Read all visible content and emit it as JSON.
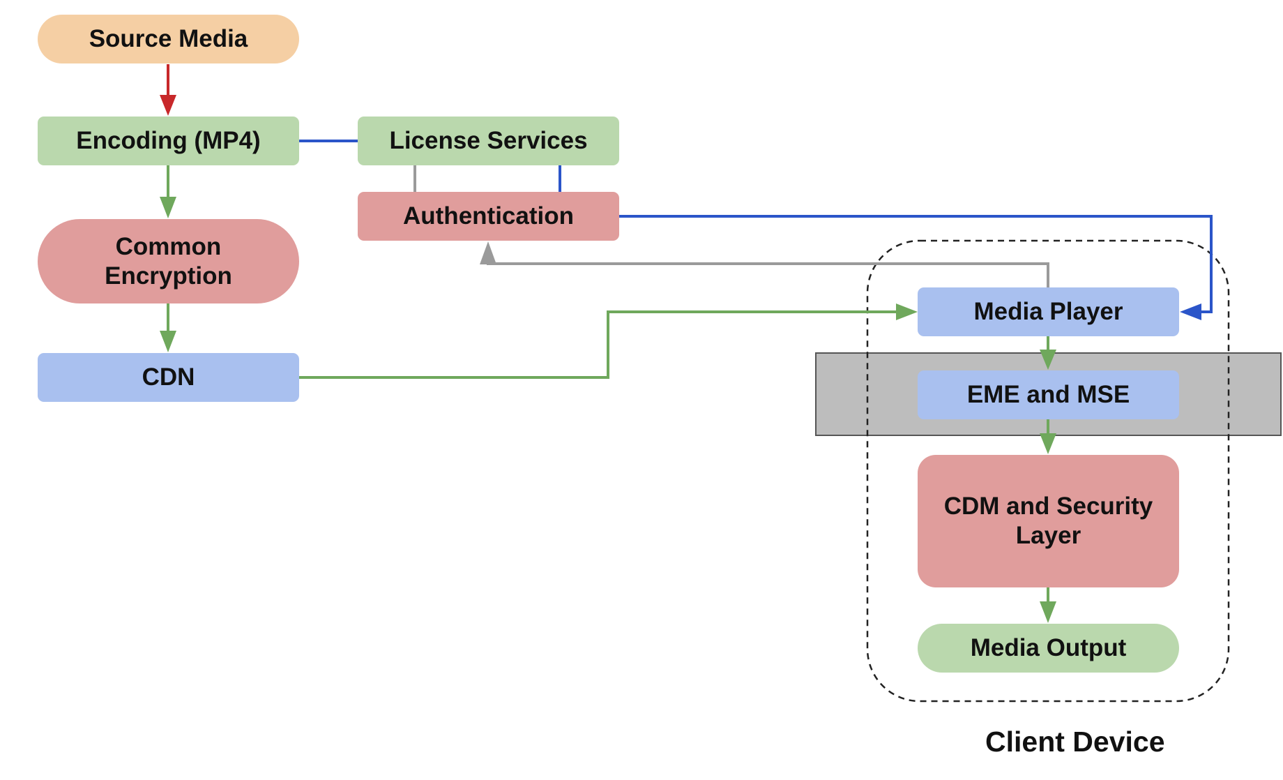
{
  "colors": {
    "orange_fill": "#f5cfa4",
    "green_fill": "#bad8ad",
    "red_fill": "#e09d9c",
    "blue_fill": "#a9c0ef",
    "gray_band": "#bdbdbd",
    "arrow_red": "#c8282a",
    "arrow_green": "#6fa85c",
    "arrow_blue": "#2b55c9",
    "arrow_gray": "#9a9a9a",
    "text": "#111111"
  },
  "nodes": {
    "source_media": "Source Media",
    "encoding": "Encoding (MP4)",
    "license_services": "License Services",
    "authentication": "Authentication",
    "common_encryption": "Common\nEncryption",
    "cdn": "CDN",
    "media_player": "Media Player",
    "eme_mse": "EME and MSE",
    "cdm_security": "CDM and Security\nLayer",
    "media_output": "Media Output"
  },
  "group": {
    "client_device_label": "Client Device"
  }
}
